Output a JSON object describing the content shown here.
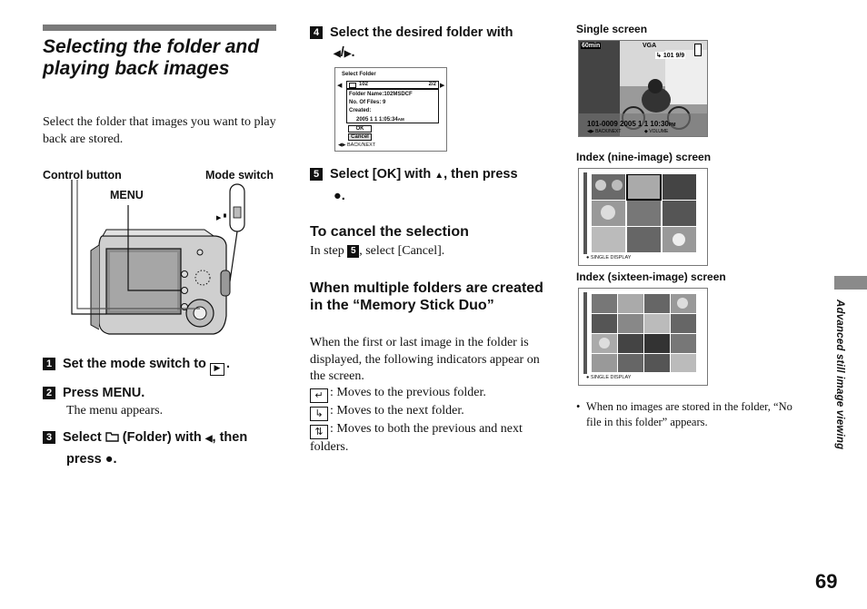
{
  "title": "Selecting the folder and playing back images",
  "intro": "Select the folder that images you want to play back are stored.",
  "diagram": {
    "control_button": "Control button",
    "mode_switch": "Mode switch",
    "menu": "MENU"
  },
  "steps": [
    {
      "num": "1",
      "text_before": "Set the mode switch to",
      "text_after": "."
    },
    {
      "num": "2",
      "text": "Press MENU.",
      "sub": "The menu appears."
    },
    {
      "num": "3",
      "line1_before": "Select",
      "line1_mid": "(Folder) with",
      "line1_after": ", then",
      "line2": "press"
    },
    {
      "num": "4",
      "line1": "Select the desired folder with",
      "line2": "/"
    },
    {
      "num": "5",
      "line1_before": "Select [OK] with",
      "line1_after": ", then press"
    }
  ],
  "select_folder_screen": {
    "title": "Select Folder",
    "folder": "102",
    "page": "2/2",
    "folder_name": "Folder Name:102MSDCF",
    "num_files": "No. Of Files:  9",
    "created": "Created:",
    "date": "2005   1   1     1:05:34",
    "am": "AM",
    "ok": "OK",
    "cancel": "Cancel",
    "footer": "BACK/NEXT"
  },
  "cancel_section": {
    "heading": "To cancel the selection",
    "text_before": "In step",
    "step_num": "5",
    "text_after": ", select [Cancel]."
  },
  "multiple_section": {
    "heading": "When multiple folders are created in the “Memory Stick Duo”",
    "text": "When the first or last image in the folder is displayed, the following indicators appear on the screen.",
    "items": [
      {
        "icon": "previous-folder-icon",
        "text": ": Moves to the previous folder."
      },
      {
        "icon": "next-folder-icon",
        "text": ": Moves to the next folder."
      },
      {
        "icon": "both-folder-icon",
        "text": ": Moves to both the previous and next folders."
      }
    ]
  },
  "right": {
    "single_screen": "Single screen",
    "single_top_left": "60min",
    "single_top_mid": "VGA",
    "single_folder": "101",
    "single_count": "9/9",
    "single_bottom": "101-0009    2005  1   1  10:30",
    "single_pm": "PM",
    "single_footer_left": "BACK/NEXT",
    "single_footer_right": "VOLUME",
    "index_nine": "Index (nine-image) screen",
    "index_sixteen": "Index (sixteen-image) screen",
    "index_footer": "SINGLE  DISPLAY",
    "note": "When no images are stored in the folder, “No file in this folder” appears."
  },
  "side_label": "Advanced still image viewing",
  "page_number": "69"
}
